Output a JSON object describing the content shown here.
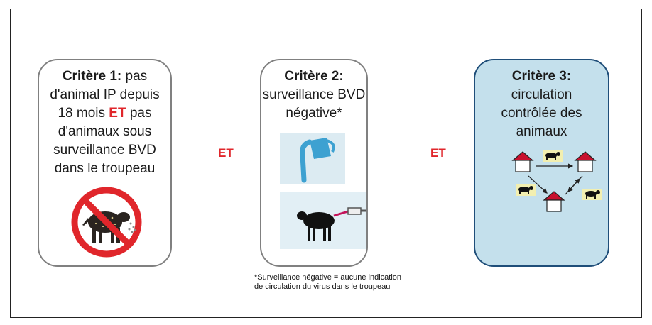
{
  "criteria": [
    {
      "title": "Critère 1:",
      "line1_rest": " pas",
      "line2": "d'animal IP depuis",
      "line3_pre": "18 mois ",
      "line3_et": "ET",
      "line3_post": " pas",
      "line4": "d'animaux sous",
      "line5": "surveillance BVD",
      "line6": "dans le troupeau"
    },
    {
      "title": "Critère 2:",
      "line2": "surveillance BVD",
      "line3": "négative*"
    },
    {
      "title": "Critère 3:",
      "line2": "circulation",
      "line3": "contrôlée des",
      "line4": "animaux"
    }
  ],
  "connector_label": "ET",
  "footnote": {
    "line1": "*Surveillance négative = aucune indication",
    "line2": "de circulation du virus dans le troupeau"
  },
  "colors": {
    "accent_red": "#e0262b",
    "card3_fill": "#c4e0ec",
    "card3_border": "#1f4e79",
    "house_roof": "#c8102e"
  },
  "icons": [
    "no-cow-icon",
    "milk-pour-icon",
    "cow-syringe-icon",
    "farm-network-icon"
  ]
}
